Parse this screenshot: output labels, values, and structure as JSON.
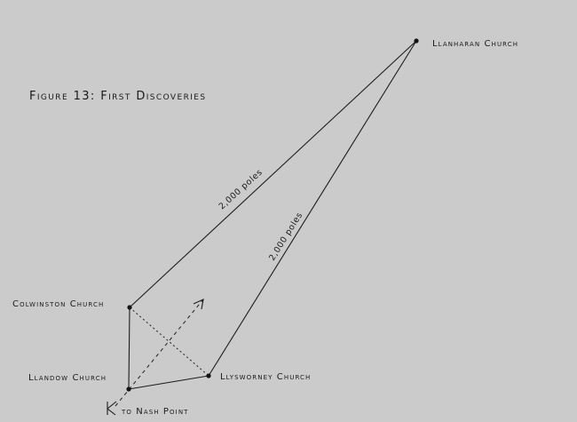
{
  "figure": {
    "title": "Figure 13: First Discoveries"
  },
  "points": {
    "llanharan": "Llanharan Church",
    "colwinston": "Colwinston Church",
    "llandow": "Llandow Church",
    "llysworney": "Llysworney Church",
    "nash_point": "to Nash Point"
  },
  "distances": {
    "colwinston_llanharan": "2,000 poles",
    "llysworney_llanharan": "2,000 poles"
  },
  "colors": {
    "paper": "#cbcbcb",
    "ink": "#1d1d1d"
  }
}
